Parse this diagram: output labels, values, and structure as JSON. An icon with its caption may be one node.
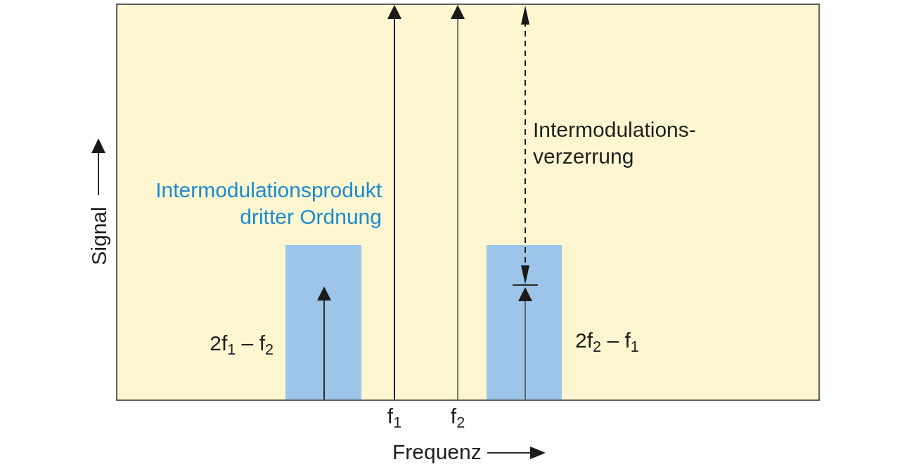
{
  "diagram": {
    "labels": [
      "Intermodulations- verzerrung",
      "Signal",
      "Intermodulationsprodukt dritter Ordnung",
      "2f$_{1}$ – f$_{2}$",
      "2f$_{2}$ – f$_{1}$",
      "f$_{1}$",
      "f$_{2}$",
      "Frequenz"
    ]
  }
}
